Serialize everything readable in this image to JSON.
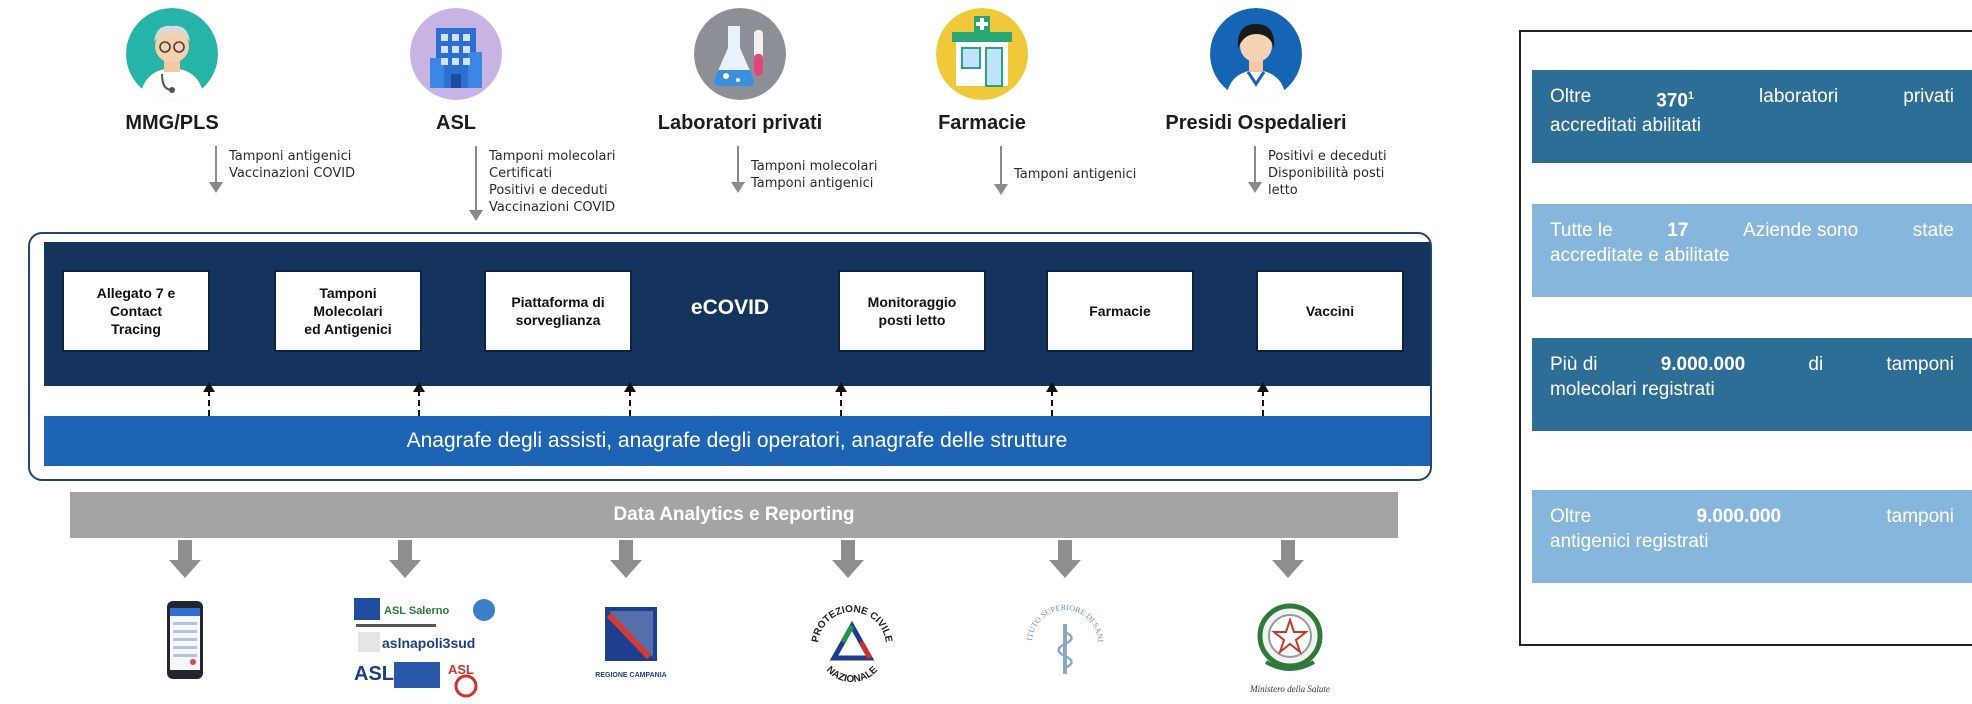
{
  "actors": [
    {
      "name": "MMG/PLS",
      "icon": "doctor-icon",
      "flows": [
        "Tamponi antigenici",
        "Vaccinazioni COVID"
      ]
    },
    {
      "name": "ASL",
      "icon": "building-icon",
      "flows": [
        "Tamponi molecolari",
        "Certificati",
        "Positivi e deceduti",
        "Vaccinazioni COVID"
      ]
    },
    {
      "name": "Laboratori privati",
      "icon": "lab-flask-icon",
      "flows": [
        "Tamponi molecolari",
        "Tamponi antigenici"
      ]
    },
    {
      "name": "Farmacie",
      "icon": "pharmacy-icon",
      "flows": [
        "Tamponi antigenici"
      ]
    },
    {
      "name": "Presidi Ospedalieri",
      "icon": "nurse-icon",
      "flows": [
        "Positivi e deceduti",
        "Disponibilità posti",
        "letto"
      ]
    }
  ],
  "platform": {
    "modules": [
      {
        "lines": [
          "Allegato 7 e",
          "Contact",
          "Tracing"
        ]
      },
      {
        "lines": [
          "Tamponi",
          "Molecolari",
          "ed Antigenici"
        ]
      },
      {
        "lines": [
          "Piattaforma di",
          "sorveglianza"
        ]
      },
      {
        "lines": [
          "Monitoraggio",
          "posti letto"
        ]
      },
      {
        "lines": [
          "Farmacie"
        ]
      },
      {
        "lines": [
          "Vaccini"
        ]
      }
    ],
    "center_label": "eCOVID",
    "anagrafe": "Anagrafe degli assisti, anagrafe degli operatori, anagrafe delle strutture",
    "analytics": "Data Analytics e Reporting"
  },
  "outputs": [
    {
      "icon": "smartphone-icon"
    },
    {
      "icon": "asl-logos-icon",
      "texts": [
        "ASL Salerno",
        "aslnapoli3sud",
        "ASL",
        "ASL"
      ]
    },
    {
      "icon": "regione-campania-logo-icon",
      "texts": [
        "REGIONE CAMPANIA"
      ]
    },
    {
      "icon": "protezione-civile-logo-icon",
      "texts": [
        "PROTEZIONE CIVILE",
        "NAZIONALE"
      ]
    },
    {
      "icon": "istituto-superiore-sanita-logo-icon",
      "texts": [
        "ISTITUTO SUPERIORE DI SANITÀ"
      ]
    },
    {
      "icon": "ministero-salute-logo-icon",
      "texts": [
        "Ministero della Salute"
      ]
    }
  ],
  "stats": [
    {
      "pre": "Oltre",
      "num": "370",
      "sup": "1",
      "mid": "laboratori",
      "post": "privati",
      "line2": "accreditati abilitati",
      "color": "#2d6e96"
    },
    {
      "pre": "Tutte le",
      "num": "17",
      "mid": "Aziende sono",
      "post": "state",
      "line2": "accreditate e abilitate",
      "color": "#86b6dc"
    },
    {
      "pre": "Più di",
      "num": "9.000.000",
      "mid": "di",
      "post": "tamponi",
      "line2": "molecolari registrati",
      "color": "#2d6e96"
    },
    {
      "pre": "Oltre",
      "num": "9.000.000",
      "mid": "",
      "post": "tamponi",
      "line2": "antigenici registrati",
      "color": "#86b6dc"
    }
  ]
}
